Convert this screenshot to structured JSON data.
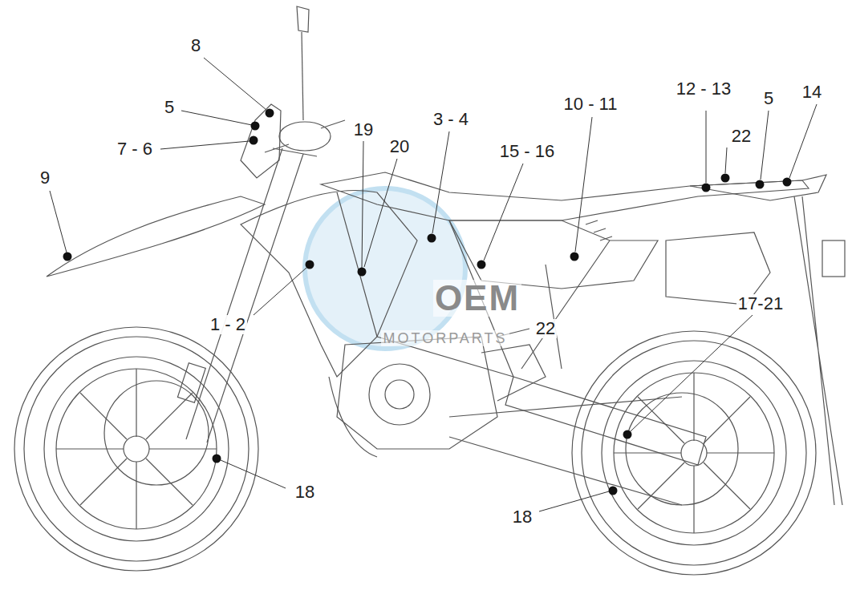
{
  "diagram": {
    "labels": [
      "8",
      "5",
      "7 - 6",
      "9",
      "19",
      "20",
      "3 - 4",
      "15 - 16",
      "10 - 11",
      "12 - 13",
      "22",
      "5",
      "14",
      "1 - 2",
      "17-21",
      "22",
      "18",
      "18",
      "OEM",
      "MOTORPARTS"
    ]
  }
}
